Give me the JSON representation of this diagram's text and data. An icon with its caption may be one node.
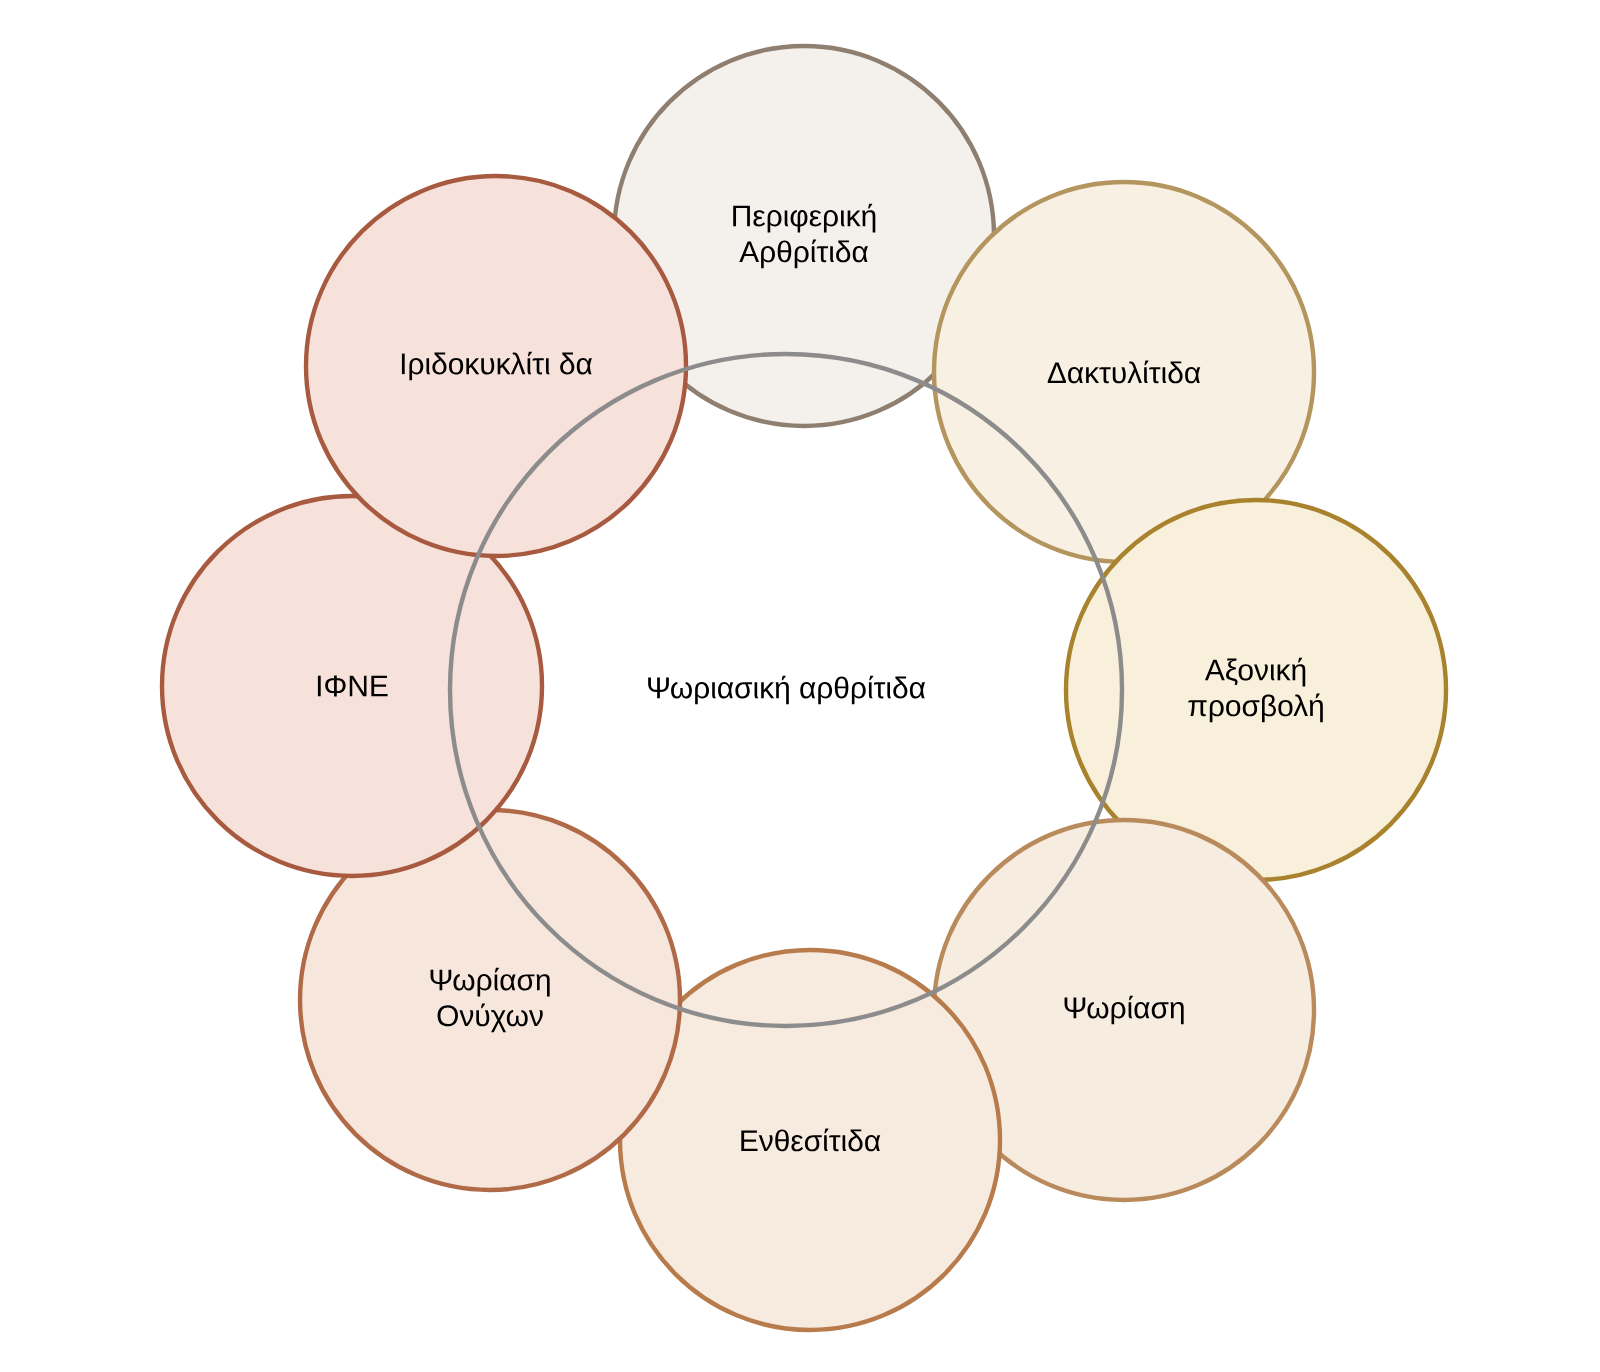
{
  "diagram": {
    "nodes": [
      {
        "text": [
          "Ψωριασική αρθρίτιδα"
        ]
      },
      {
        "text": [
          "Περιφερική Αρθρίτιδα"
        ]
      },
      {
        "text": [
          "Δακτυλίτιδα"
        ]
      },
      {
        "text": [
          "Αξονική προσβολή"
        ]
      },
      {
        "text": [
          "Ψωρίαση"
        ]
      },
      {
        "text": [
          "Ενθεσίτιδα"
        ]
      },
      {
        "text": [
          "Ψωρίαση Ονύχων"
        ]
      },
      {
        "text": [
          "ΙΦΝΕ"
        ]
      },
      {
        "text": [
          "Ιριδοκυκλίτι δα"
        ]
      }
    ]
  }
}
